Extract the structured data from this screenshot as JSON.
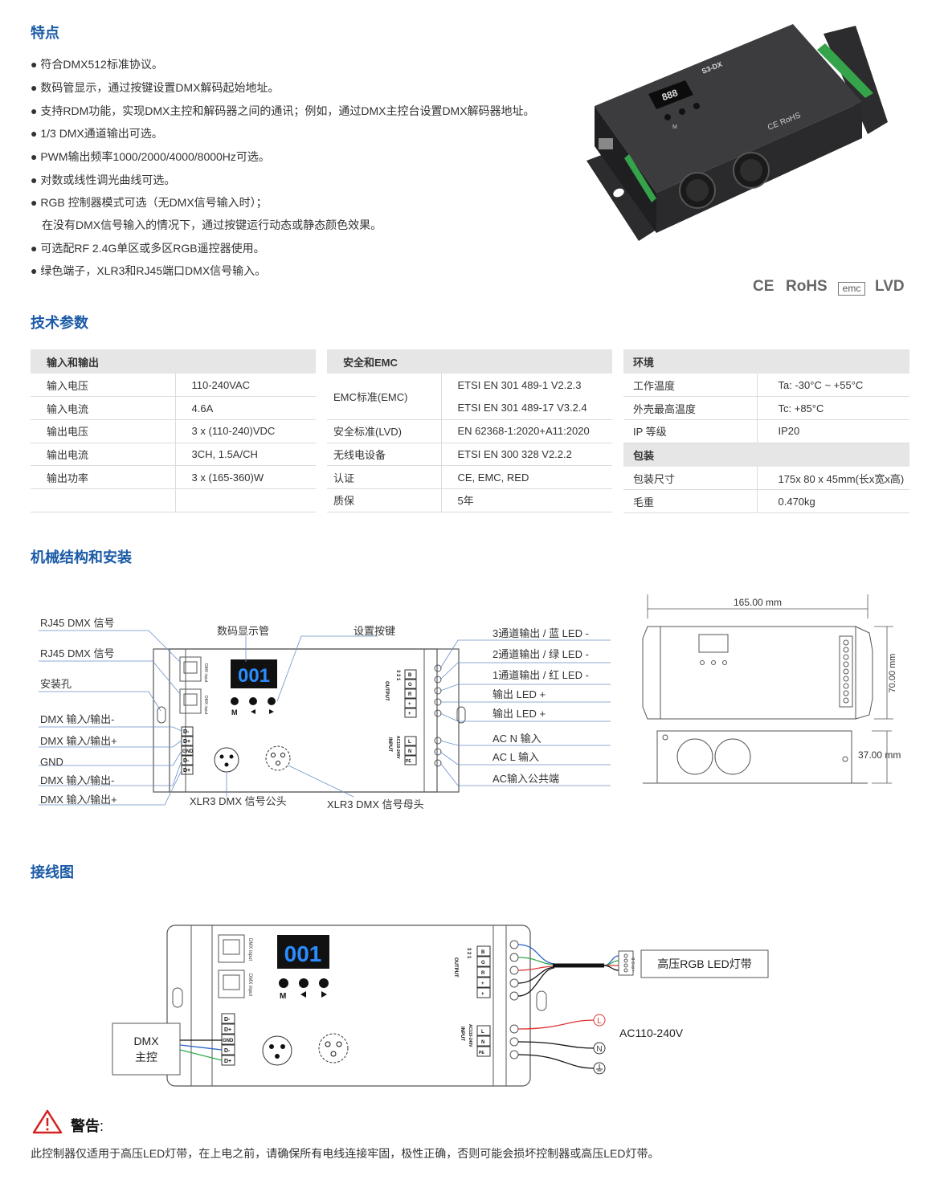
{
  "features": {
    "title": "特点",
    "items": [
      "● 符合DMX512标准协议。",
      "● 数码管显示，通过按键设置DMX解码起始地址。",
      "● 支持RDM功能，实现DMX主控和解码器之间的通讯；例如，通过DMX主控台设置DMX解码器地址。",
      "● 1/3 DMX通道输出可选。",
      "● PWM输出频率1000/2000/4000/8000Hz可选。",
      "● 对数或线性调光曲线可选。",
      "● RGB 控制器模式可选（无DMX信号输入时）；",
      "在没有DMX信号输入的情况下，通过按键运行动态或静态颜色效果。",
      "● 可选配RF 2.4G单区或多区RGB遥控器使用。",
      "● 绿色端子，XLR3和RJ45端口DMX信号输入。"
    ]
  },
  "certs": {
    "ce": "CE",
    "rohs": "RoHS",
    "emc": "emc",
    "lvd": "LVD"
  },
  "product": {
    "model": "S3-DX",
    "display": "888",
    "btn_m": "M",
    "ce_rohs": "CE RoHS"
  },
  "specs": {
    "title": "技术参数",
    "io": {
      "header": "输入和输出",
      "rows": [
        {
          "k": "输入电压",
          "v": "110-240VAC"
        },
        {
          "k": "输入电流",
          "v": "4.6A"
        },
        {
          "k": "输出电压",
          "v": "3 x (110-240)VDC"
        },
        {
          "k": "输出电流",
          "v": "3CH, 1.5A/CH"
        },
        {
          "k": "输出功率",
          "v": "3 x (165-360)W"
        },
        {
          "k": "",
          "v": ""
        }
      ]
    },
    "safety": {
      "header": "安全和EMC",
      "emc_key": "EMC标准(EMC)",
      "emc_v1": "ETSI EN 301 489-1 V2.2.3",
      "emc_v2": "ETSI EN 301 489-17 V3.2.4",
      "rows": [
        {
          "k": "安全标准(LVD)",
          "v": "EN 62368-1:2020+A11:2020"
        },
        {
          "k": "无线电设备",
          "v": "ETSI EN 300 328 V2.2.2"
        },
        {
          "k": "认证",
          "v": "CE, EMC, RED"
        },
        {
          "k": "质保",
          "v": "5年"
        }
      ]
    },
    "env": {
      "header": "环境",
      "rows": [
        {
          "k": "工作温度",
          "v": "Ta: -30°C ~ +55°C"
        },
        {
          "k": "外壳最高温度",
          "v": "Tc: +85°C"
        },
        {
          "k": "IP 等级",
          "v": "IP20"
        }
      ],
      "pack_header": "包装",
      "pack_rows": [
        {
          "k": "包装尺寸",
          "v": "175x 80 x 45mm(长x宽x高)"
        },
        {
          "k": "毛重",
          "v": "0.470kg"
        }
      ]
    }
  },
  "mech": {
    "title": "机械结构和安装",
    "left_labels": [
      "RJ45 DMX 信号",
      "RJ45 DMX 信号",
      "安装孔",
      "DMX 输入/输出-",
      "DMX 输入/输出+",
      "GND",
      "DMX 输入/输出-",
      "DMX 输入/输出+"
    ],
    "top_display": "数码显示管",
    "top_buttons": "设置按键",
    "right_labels": [
      "3通道输出 / 蓝 LED -",
      "2通道输出 / 绿 LED -",
      "1通道输出 / 红 LED -",
      "输出 LED +",
      "输出 LED +",
      "AC N 输入",
      "AC L 输入",
      "AC输入公共端"
    ],
    "bottom_male": "XLR3 DMX 信号公头",
    "bottom_female": "XLR3 DMX 信号母头",
    "display_value": "001",
    "btn_m": "M",
    "terminals_left": [
      "D-",
      "D+",
      "GND",
      "D-",
      "D+"
    ],
    "terminals_out": [
      "B",
      "G",
      "R",
      "+",
      "+"
    ],
    "out_nums": "3 2 1",
    "terminals_in": [
      "L",
      "N",
      "PE"
    ],
    "output_label": "OUTPUT",
    "input_label": "INPUT",
    "input_range": "AC110-240V",
    "dmx_label": "DMX input",
    "dmx_label2": "DMX input",
    "dim_width": "165.00 mm",
    "dim_height": "70.00 mm",
    "dim_depth": "37.00 mm"
  },
  "wiring": {
    "title": "接线图",
    "dmx_box": [
      "DMX",
      "主控"
    ],
    "strip": "高压RGB LED灯带",
    "strip_pins": "+ R G B",
    "ac": "AC110-240V",
    "l": "L",
    "n": "N"
  },
  "warning": {
    "title": "警告",
    "colon": ":",
    "text": "此控制器仅适用于高压LED灯带，在上电之前，请确保所有电线连接牢固，极性正确，否则可能会损坏控制器或高压LED灯带。"
  }
}
